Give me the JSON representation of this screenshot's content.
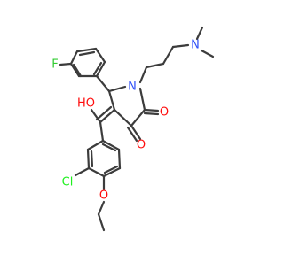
{
  "molecule": {
    "atoms": {
      "F": {
        "symbol": "F",
        "color": "#33cc33"
      },
      "N1": {
        "symbol": "N",
        "color": "#3050f8"
      },
      "N2": {
        "symbol": "N",
        "color": "#3050f8"
      },
      "O_ring1": {
        "symbol": "O",
        "color": "#ff0d0d"
      },
      "O_ring2": {
        "symbol": "O",
        "color": "#ff0d0d"
      },
      "OH": {
        "symbol": "HO",
        "color": "#ff0d0d"
      },
      "O_ether": {
        "symbol": "O",
        "color": "#ff0d0d"
      },
      "Cl": {
        "symbol": "Cl",
        "color": "#1ff01f"
      }
    },
    "bond_color": "#3c3c3c"
  }
}
